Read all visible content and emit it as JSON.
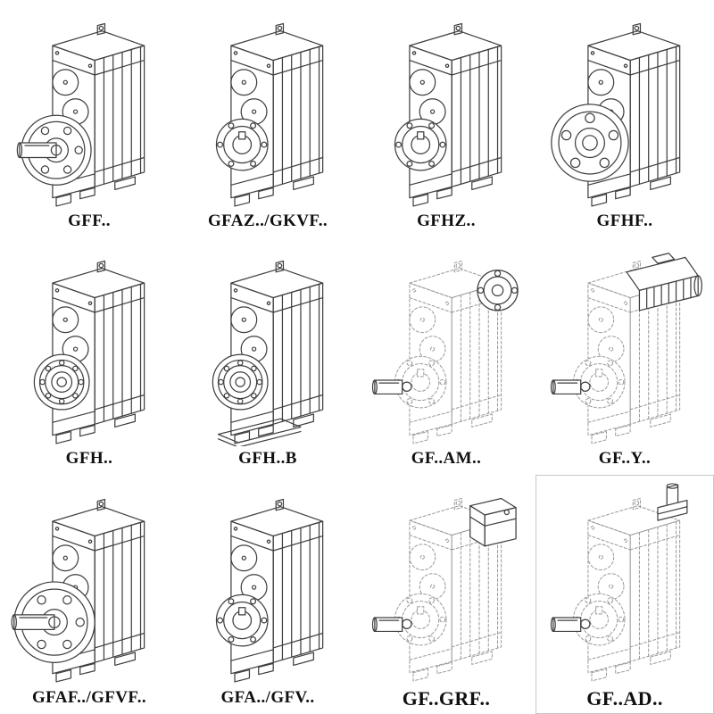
{
  "page": {
    "background": "#ffffff"
  },
  "colors": {
    "line": "#3f3f3f",
    "dashed_line": "#9b9b9b",
    "label": "#101010"
  },
  "grid": {
    "columns": 4,
    "rows": 3,
    "cells": [
      {
        "label": "GFF..",
        "variant": "flange-output-shaft",
        "line_style": "solid"
      },
      {
        "label": "GFAZ../GKVF..",
        "variant": "hollow-shaft",
        "line_style": "solid"
      },
      {
        "label": "GFHZ..",
        "variant": "hollow-shaft",
        "line_style": "solid"
      },
      {
        "label": "GFHF..",
        "variant": "front-flange",
        "line_style": "solid"
      },
      {
        "label": "GFH..",
        "variant": "bearing-hollow",
        "line_style": "solid"
      },
      {
        "label": "GFH..B",
        "variant": "bearing-hollow-base",
        "line_style": "solid"
      },
      {
        "label": "GF..AM..",
        "variant": "motor-adapter-flange",
        "line_style": "dashed"
      },
      {
        "label": "GF..Y..",
        "variant": "mounted-motor",
        "line_style": "dashed"
      },
      {
        "label": "GFAF../GFVF..",
        "variant": "large-flange-shaft",
        "line_style": "solid"
      },
      {
        "label": "GFA../GFV..",
        "variant": "hollow-shaft",
        "line_style": "solid"
      },
      {
        "label": "GF..GRF..",
        "variant": "input-adapter-box",
        "line_style": "dashed"
      },
      {
        "label": "GF..AD..",
        "variant": "input-shaft-adapter",
        "line_style": "dashed"
      }
    ]
  }
}
